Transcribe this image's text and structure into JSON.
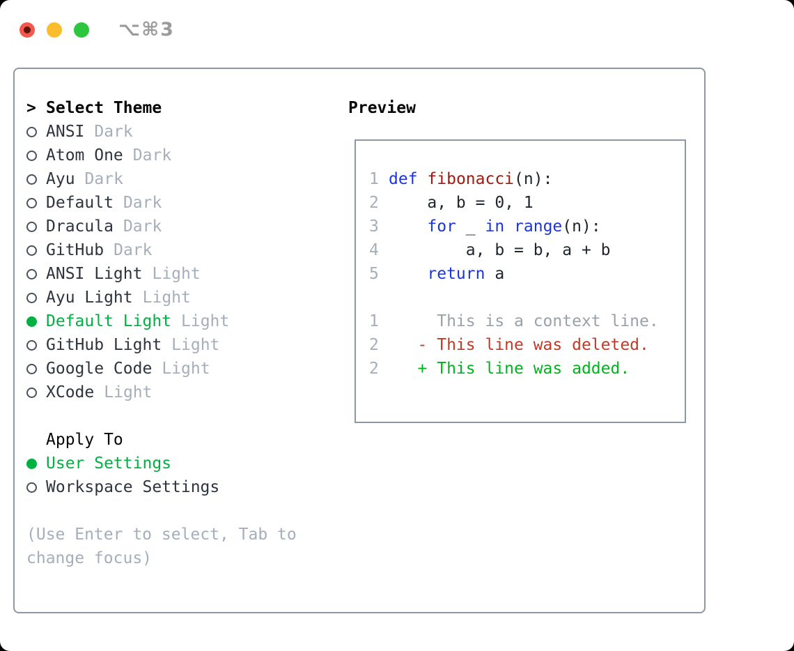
{
  "window": {
    "title": "⌥⌘3"
  },
  "colors": {
    "accent_green": "#00b141",
    "keyword_blue": "#1d35e0",
    "function_red": "#a01a0e",
    "deleted_red": "#c13a28",
    "added_green": "#00b41e",
    "muted_gray": "#a6aebb",
    "border_gray": "#8e97a4",
    "traffic_red": "#f4574c",
    "traffic_red_dot": "#5f1410",
    "traffic_yellow": "#fbbd2b",
    "traffic_green": "#2ec63f"
  },
  "theme_panel": {
    "select_header": {
      "prompt": ">",
      "label": "Select Theme"
    },
    "themes": [
      {
        "name": "ANSI",
        "tag": "Dark",
        "selected": false
      },
      {
        "name": "Atom One",
        "tag": "Dark",
        "selected": false
      },
      {
        "name": "Ayu",
        "tag": "Dark",
        "selected": false
      },
      {
        "name": "Default",
        "tag": "Dark",
        "selected": false
      },
      {
        "name": "Dracula",
        "tag": "Dark",
        "selected": false
      },
      {
        "name": "GitHub",
        "tag": "Dark",
        "selected": false
      },
      {
        "name": "ANSI Light",
        "tag": "Light",
        "selected": false
      },
      {
        "name": "Ayu Light",
        "tag": "Light",
        "selected": false
      },
      {
        "name": "Default Light",
        "tag": "Light",
        "selected": true
      },
      {
        "name": "GitHub Light",
        "tag": "Light",
        "selected": false
      },
      {
        "name": "Google Code",
        "tag": "Light",
        "selected": false
      },
      {
        "name": "XCode",
        "tag": "Light",
        "selected": false
      }
    ],
    "apply_header": "Apply To",
    "apply_options": [
      {
        "name": "User Settings",
        "selected": true
      },
      {
        "name": "Workspace Settings",
        "selected": false
      }
    ],
    "hint_lines": [
      "(Use Enter to select, Tab to",
      "change focus)"
    ]
  },
  "preview": {
    "title": "Preview",
    "code_lines": [
      {
        "num": "1",
        "segments": [
          {
            "t": "def",
            "c": "kw"
          },
          {
            "t": " ",
            "c": "pl"
          },
          {
            "t": "fibonacci",
            "c": "fn"
          },
          {
            "t": "(n):",
            "c": "pl"
          }
        ]
      },
      {
        "num": "2",
        "segments": [
          {
            "t": "    a, b = 0, 1",
            "c": "pl"
          }
        ]
      },
      {
        "num": "3",
        "segments": [
          {
            "t": "    ",
            "c": "pl"
          },
          {
            "t": "for",
            "c": "kw"
          },
          {
            "t": " _ ",
            "c": "pl"
          },
          {
            "t": "in",
            "c": "kw"
          },
          {
            "t": " ",
            "c": "pl"
          },
          {
            "t": "range",
            "c": "kw"
          },
          {
            "t": "(n):",
            "c": "pl"
          }
        ]
      },
      {
        "num": "4",
        "segments": [
          {
            "t": "        a, b = b, a + b",
            "c": "pl"
          }
        ]
      },
      {
        "num": "5",
        "segments": [
          {
            "t": "    ",
            "c": "pl"
          },
          {
            "t": "return",
            "c": "kw"
          },
          {
            "t": " a",
            "c": "pl"
          }
        ]
      },
      {
        "num": "",
        "segments": []
      },
      {
        "num": "1",
        "segments": [
          {
            "t": "     This is a context line.",
            "c": "ctx"
          }
        ]
      },
      {
        "num": "2",
        "segments": [
          {
            "t": "   - This line was deleted.",
            "c": "del"
          }
        ]
      },
      {
        "num": "2",
        "segments": [
          {
            "t": "   + This line was added.",
            "c": "add"
          }
        ]
      }
    ]
  }
}
